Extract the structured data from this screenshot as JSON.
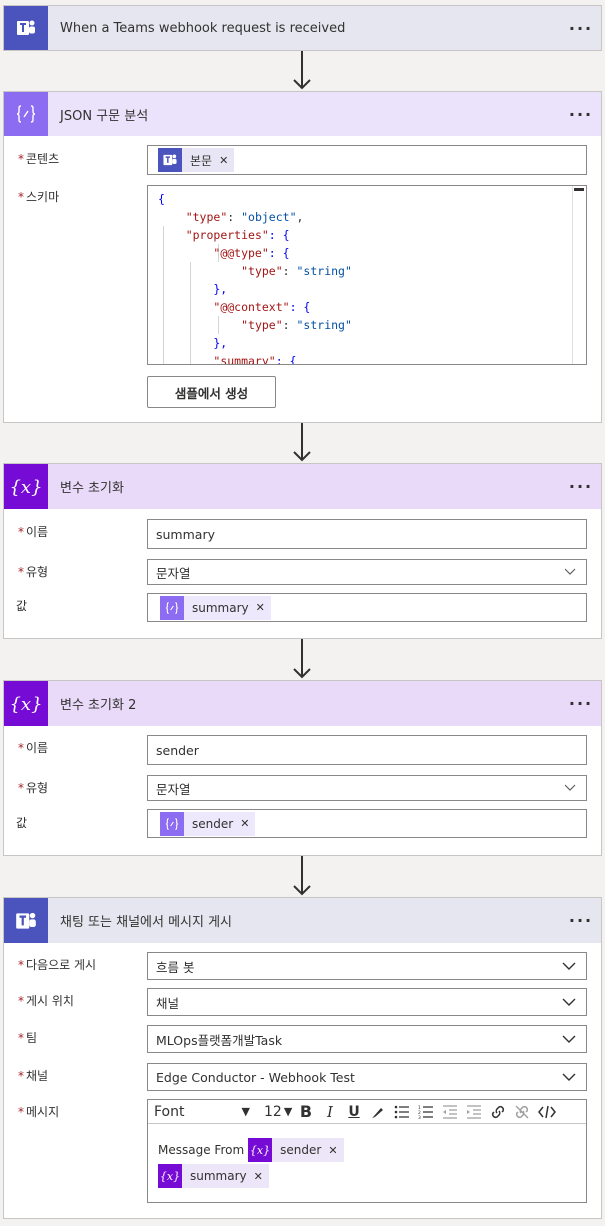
{
  "trigger": {
    "title": "When a Teams webhook request is received",
    "icon": "teams-icon"
  },
  "json_step": {
    "title": "JSON 구문 분석",
    "icon": "json-braces-icon",
    "content_label": "콘텐츠",
    "content_token": "본문",
    "schema_label": "스키마",
    "schema_lines": [
      [
        "{"
      ],
      [
        "    ",
        "\"type\"",
        ": ",
        "\"object\"",
        ","
      ],
      [
        "    ",
        "\"properties\"",
        ": {"
      ],
      [
        "        ",
        "\"@@type\"",
        ": {"
      ],
      [
        "            ",
        "\"type\"",
        ": ",
        "\"string\""
      ],
      [
        "        },"
      ],
      [
        "        ",
        "\"@@context\"",
        ": {"
      ],
      [
        "            ",
        "\"type\"",
        ": ",
        "\"string\""
      ],
      [
        "        },"
      ],
      [
        "        ",
        "\"summary\"",
        ": {"
      ]
    ],
    "generate_button": "샘플에서 생성"
  },
  "var1": {
    "title": "변수 초기화",
    "icon": "variable-icon",
    "name_label": "이름",
    "name_value": "summary",
    "type_label": "유형",
    "type_value": "문자열",
    "value_label": "값",
    "value_token": "summary"
  },
  "var2": {
    "title": "변수 초기화 2",
    "icon": "variable-icon",
    "name_label": "이름",
    "name_value": "sender",
    "type_label": "유형",
    "type_value": "문자열",
    "value_label": "값",
    "value_token": "sender"
  },
  "post": {
    "title": "채팅 또는 채널에서 메시지 게시",
    "icon": "teams-icon",
    "post_as_label": "다음으로 게시",
    "post_as_value": "흐름 봇",
    "post_in_label": "게시 위치",
    "post_in_value": "채널",
    "team_label": "팀",
    "team_value": "MLOps플랫폼개발Task",
    "channel_label": "채널",
    "channel_value": "Edge Conductor - Webhook Test",
    "message_label": "메시지",
    "toolbar_font": "Font",
    "toolbar_size": "12",
    "message_prefix": "Message From",
    "message_token1": "sender",
    "message_token2": "summary"
  },
  "colors": {
    "teams": "#4b53bc",
    "json": "#8c6cf0",
    "variable": "#770bd6",
    "required": "#a4262c"
  }
}
